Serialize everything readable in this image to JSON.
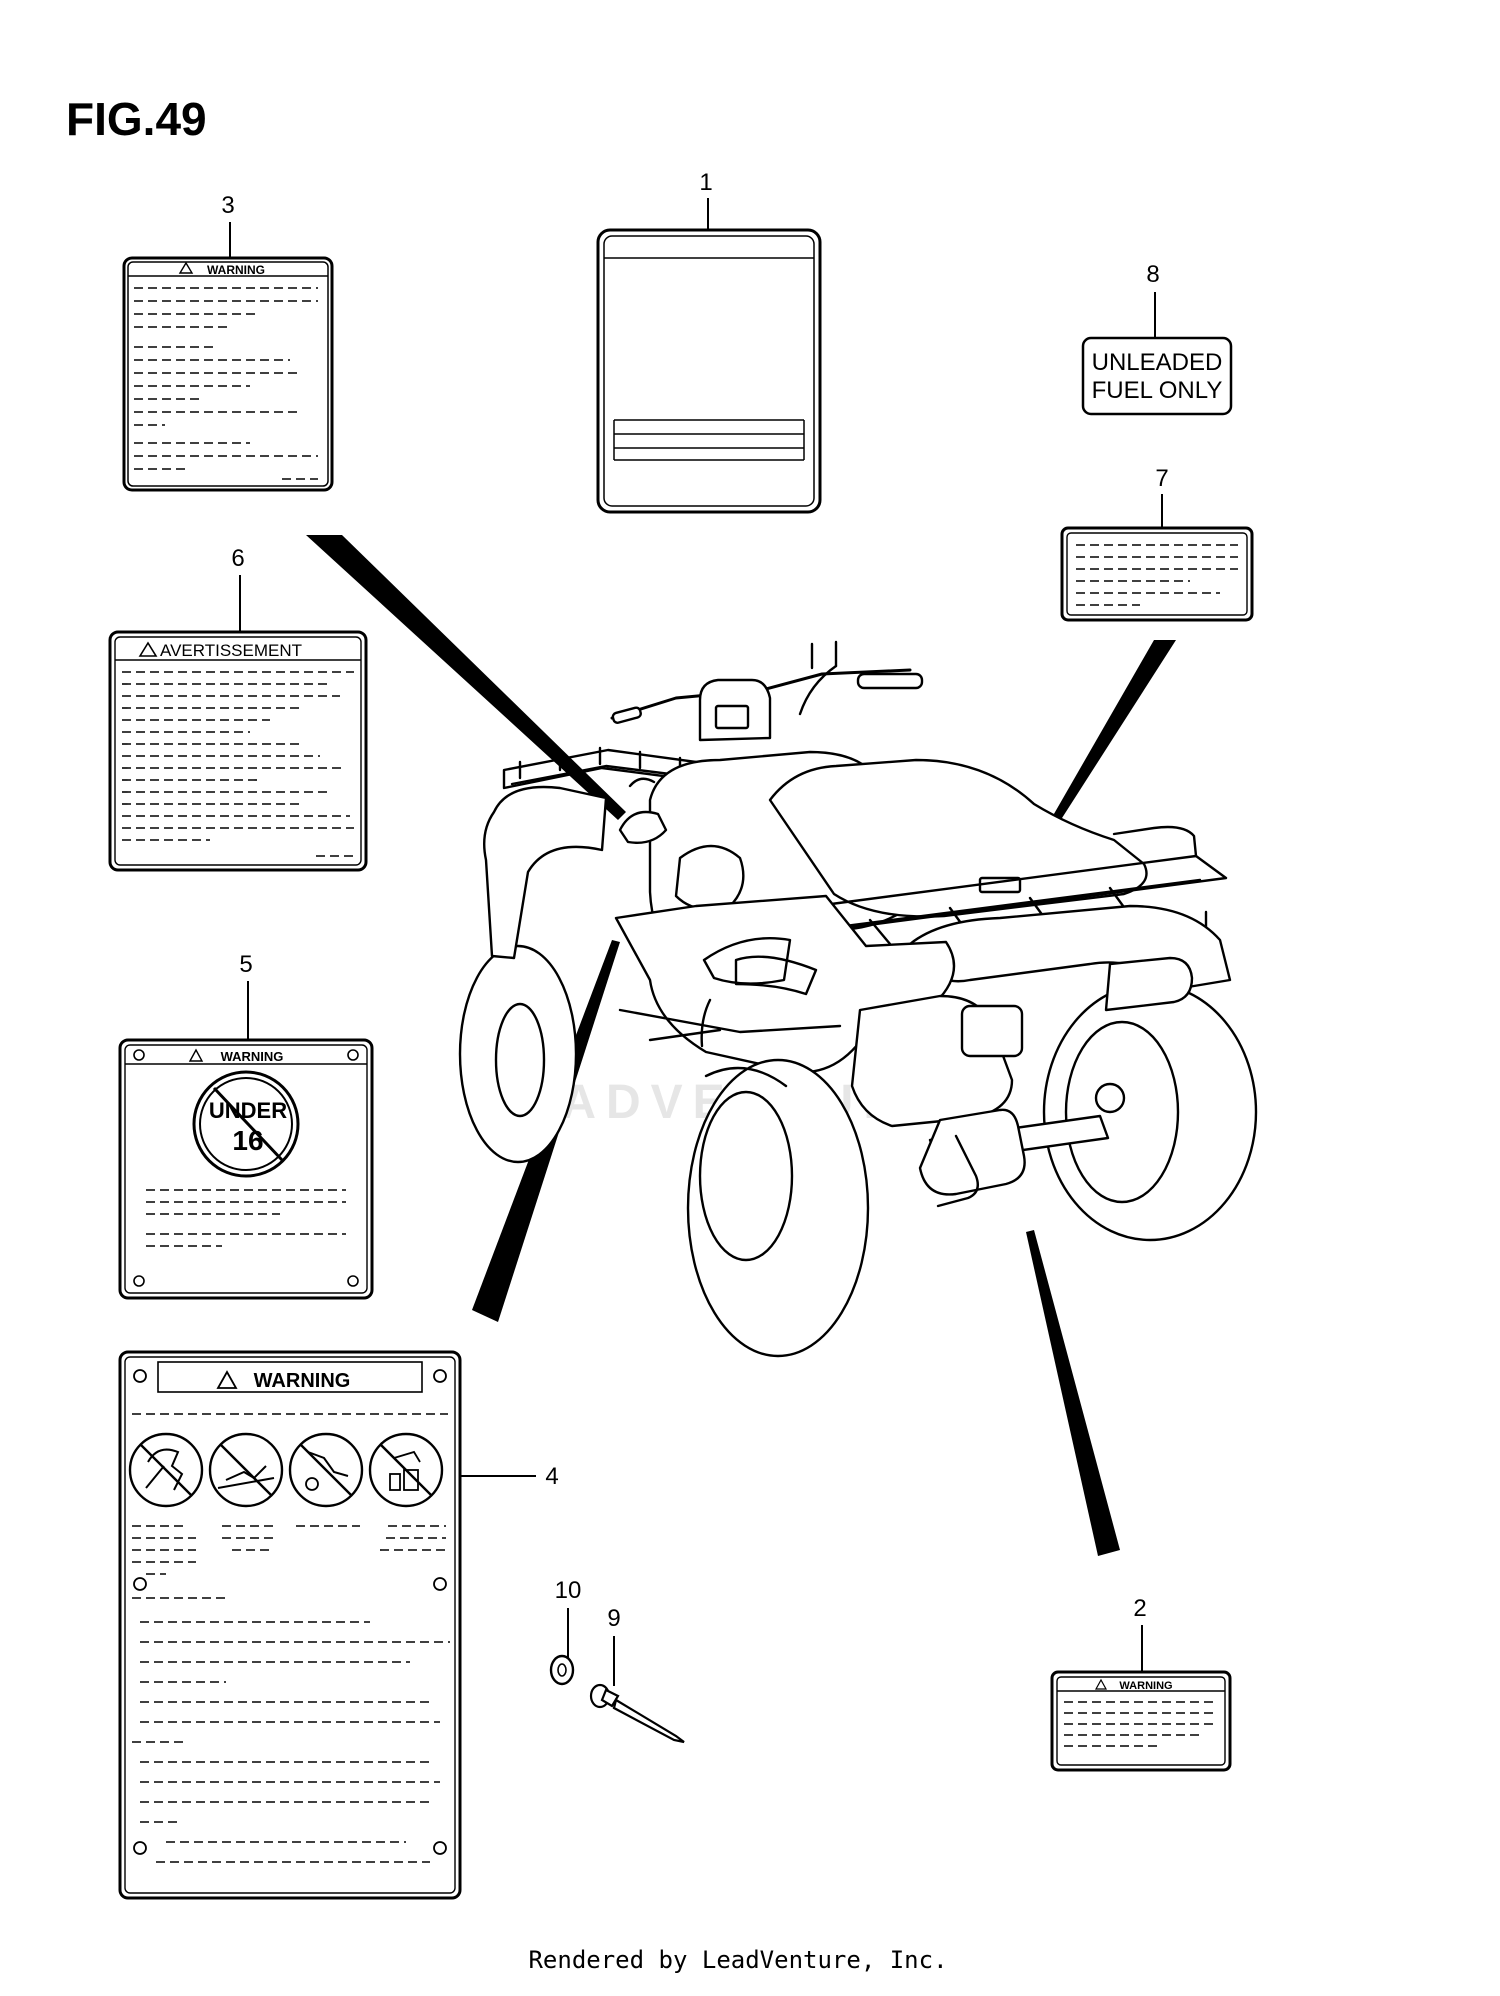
{
  "figure": {
    "title": "FIG.49"
  },
  "footer": {
    "text": "Rendered by LeadVenture, Inc."
  },
  "callouts": [
    {
      "id": "1",
      "label": "1"
    },
    {
      "id": "2",
      "label": "2"
    },
    {
      "id": "3",
      "label": "3"
    },
    {
      "id": "4",
      "label": "4"
    },
    {
      "id": "5",
      "label": "5"
    },
    {
      "id": "6",
      "label": "6"
    },
    {
      "id": "7",
      "label": "7"
    },
    {
      "id": "8",
      "label": "8"
    },
    {
      "id": "9",
      "label": "9"
    },
    {
      "id": "10",
      "label": "10"
    }
  ],
  "decals": {
    "warning_header": "WARNING",
    "avertissement_header": "AVERTISSEMENT",
    "under16_line1": "UNDER",
    "under16_line2": "16",
    "fuel_line1": "UNLEADED",
    "fuel_line2": "FUEL ONLY"
  },
  "watermark": {
    "text": "LEADVENTURE"
  }
}
